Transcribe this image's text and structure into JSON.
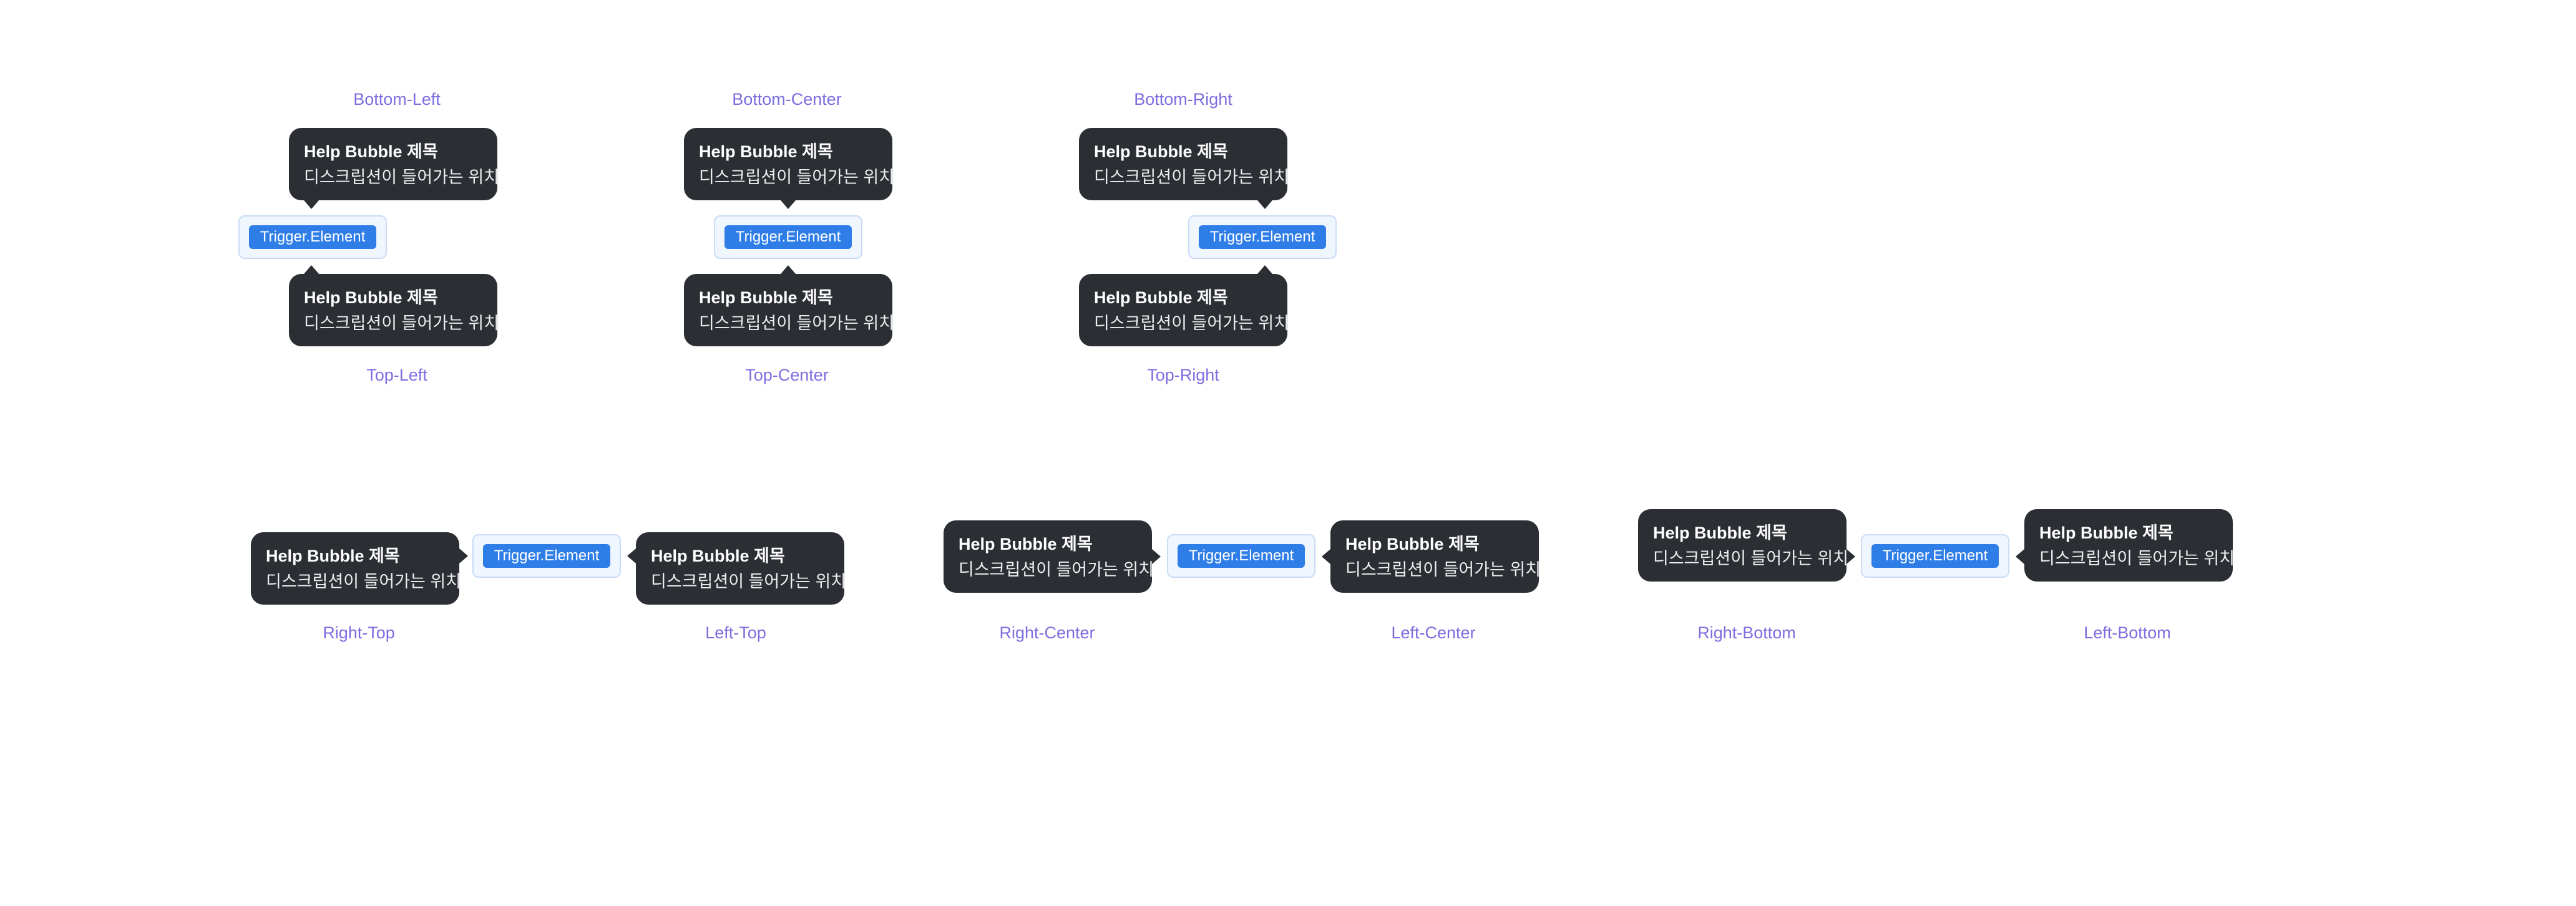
{
  "bubble": {
    "title": "Help Bubble 제목",
    "description": "디스크립션이 들어가는 위치"
  },
  "trigger": {
    "label": "Trigger.Element"
  },
  "placements": {
    "bottom_left": "Bottom-Left",
    "bottom_center": "Bottom-Center",
    "bottom_right": "Bottom-Right",
    "top_left": "Top-Left",
    "top_center": "Top-Center",
    "top_right": "Top-Right",
    "right_top": "Right-Top",
    "left_top": "Left-Top",
    "right_center": "Right-Center",
    "left_center": "Left-Center",
    "right_bottom": "Right-Bottom",
    "left_bottom": "Left-Bottom"
  },
  "colors": {
    "bubble_bg": "#2b2e33",
    "trigger_bg": "#2f7ee8",
    "trigger_outline": "#c9dcf6",
    "label": "#7c6ee0",
    "page_bg": "#ffffff"
  }
}
